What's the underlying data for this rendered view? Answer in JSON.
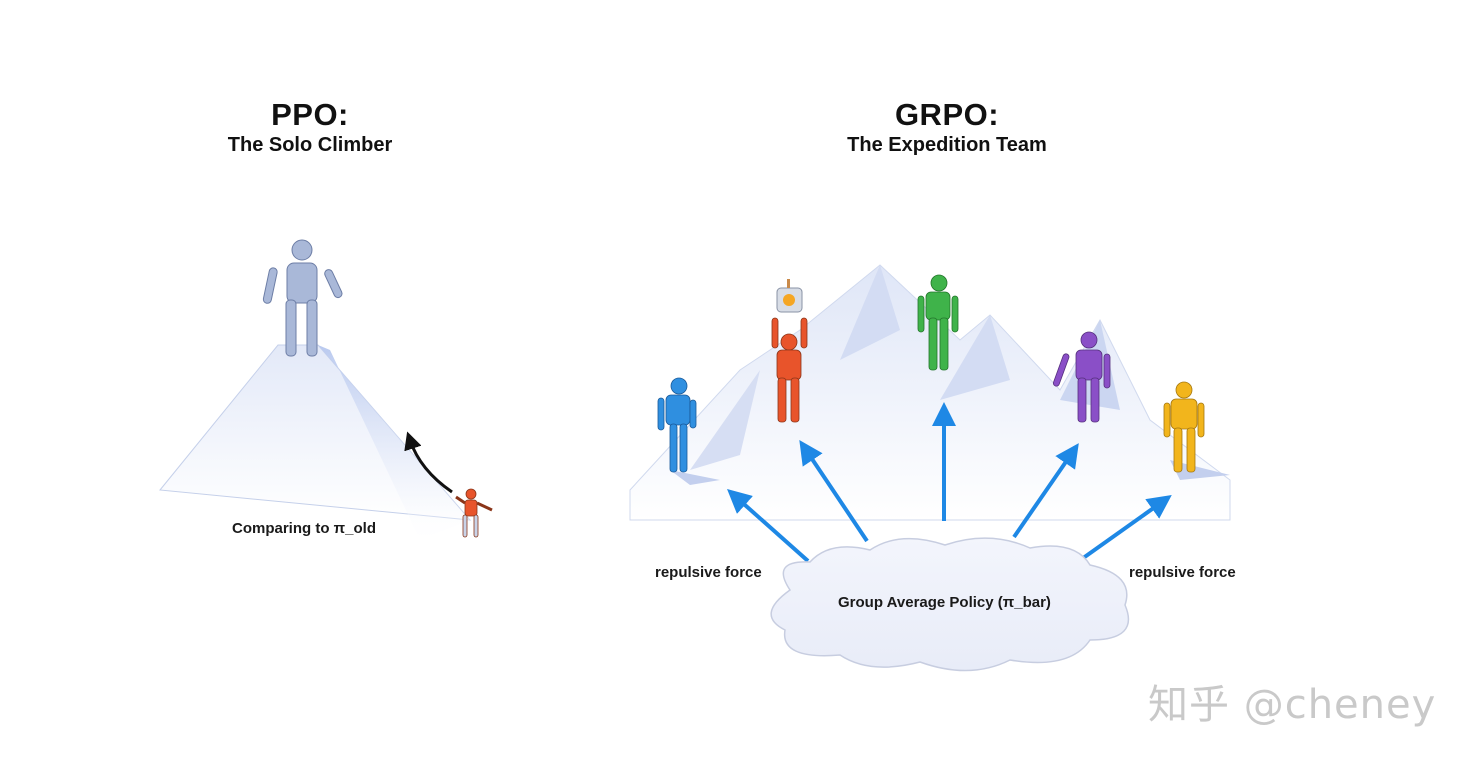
{
  "left_panel": {
    "title": "PPO:",
    "subtitle": "The Solo Climber",
    "caption": "Comparing to π_old",
    "figures": [
      {
        "name": "reference-robot",
        "color": "#a9b8d8"
      },
      {
        "name": "climbing-robot",
        "color": "#e8542b"
      }
    ],
    "arrow_color": "#111111"
  },
  "right_panel": {
    "title": "GRPO:",
    "subtitle": "The Expedition Team",
    "cloud_label": "Group Average Policy (π_bar)",
    "left_force_label": "repulsive force",
    "right_force_label": "repulsive force",
    "arrow_color": "#1e88e5",
    "robots": [
      {
        "name": "blue-robot",
        "color": "#2f8fe0"
      },
      {
        "name": "red-robot",
        "color": "#e8542b",
        "holding": "trophy-jar"
      },
      {
        "name": "green-robot",
        "color": "#3fb34a"
      },
      {
        "name": "purple-robot",
        "color": "#8a4fc7"
      },
      {
        "name": "yellow-robot",
        "color": "#f2b51c"
      }
    ]
  },
  "watermark": "知乎 @cheney"
}
